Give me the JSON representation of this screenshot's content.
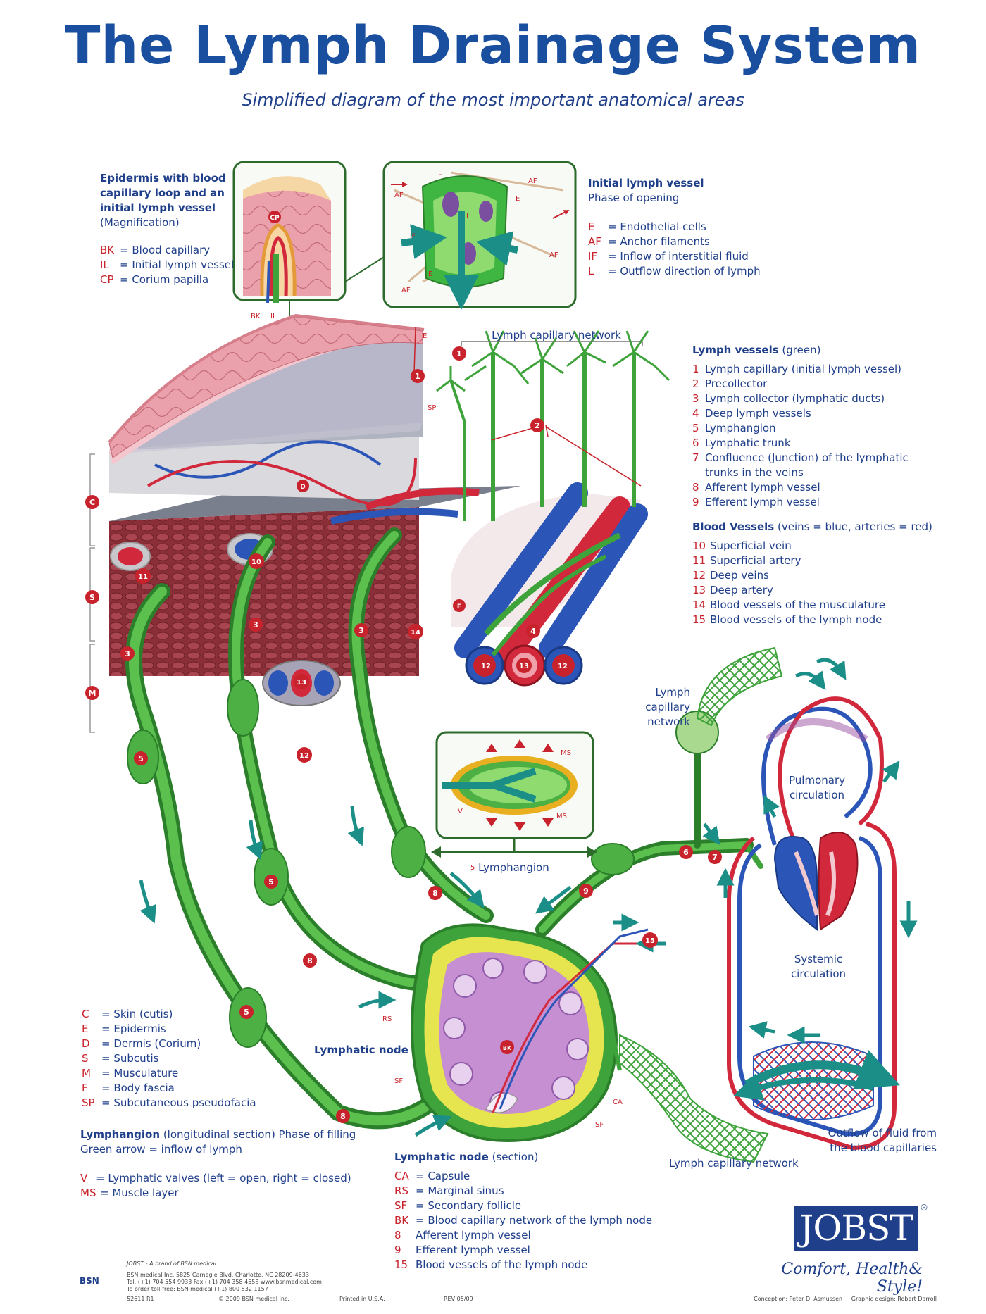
{
  "title": "The Lymph Drainage System",
  "subtitle": "Simplified diagram of the most important anatomical areas",
  "epidermis_panel": {
    "heading": "Epidermis with blood capillary loop and an initial lymph vessel",
    "note": "(Magnification)",
    "legend": [
      {
        "code": "BK",
        "text": "= Blood capillary"
      },
      {
        "code": "IL",
        "text": "= Initial lymph vessel"
      },
      {
        "code": "CP",
        "text": "= Corium papilla"
      }
    ],
    "figure_labels": {
      "cp": "CP",
      "bk": "BK",
      "il": "IL"
    }
  },
  "initial_vessel_panel": {
    "heading": "Initial lymph vessel",
    "note": "Phase of opening",
    "legend": [
      {
        "code": "E",
        "text": "= Endothelial cells"
      },
      {
        "code": "AF",
        "text": "= Anchor filaments"
      },
      {
        "code": "IF",
        "text": "= Inflow of interstitial fluid"
      },
      {
        "code": "L",
        "text": "= Outflow direction of lymph"
      }
    ],
    "figure_labels": {
      "e": "E",
      "af": "AF",
      "if": "IF",
      "l": "L"
    }
  },
  "lymph_vessels": {
    "heading": "Lymph vessels",
    "heading_note": "(green)",
    "items": [
      {
        "n": "1",
        "text": "Lymph capillary (initial lymph vessel)"
      },
      {
        "n": "2",
        "text": "Precollector"
      },
      {
        "n": "3",
        "text": "Lymph collector (lymphatic ducts)"
      },
      {
        "n": "4",
        "text": "Deep lymph vessels"
      },
      {
        "n": "5",
        "text": "Lymphangion"
      },
      {
        "n": "6",
        "text": "Lymphatic trunk"
      },
      {
        "n": "7",
        "text": "Confluence (Junction) of the lymphatic"
      },
      {
        "n": "",
        "text": "trunks in the veins"
      },
      {
        "n": "8",
        "text": "Afferent lymph vessel"
      },
      {
        "n": "9",
        "text": "Efferent lymph vessel"
      }
    ]
  },
  "blood_vessels": {
    "heading": "Blood Vessels",
    "heading_note": "(veins = blue, arteries = red)",
    "items": [
      {
        "n": "10",
        "text": "Superficial vein"
      },
      {
        "n": "11",
        "text": "Superficial artery"
      },
      {
        "n": "12",
        "text": "Deep veins"
      },
      {
        "n": "13",
        "text": "Deep artery"
      },
      {
        "n": "14",
        "text": "Blood vessels of the musculature"
      },
      {
        "n": "15",
        "text": "Blood vessels of the lymph node"
      }
    ]
  },
  "tissue_legend": [
    {
      "code": "C",
      "text": "= Skin (cutis)"
    },
    {
      "code": "E",
      "text": "= Epidermis"
    },
    {
      "code": "D",
      "text": "= Dermis (Corium)"
    },
    {
      "code": "S",
      "text": "= Subcutis"
    },
    {
      "code": "M",
      "text": "= Musculature"
    },
    {
      "code": "F",
      "text": "= Body fascia"
    },
    {
      "code": "SP",
      "text": "= Subcutaneous pseudofacia"
    }
  ],
  "lymphangion_section": {
    "heading": "Lymphangion",
    "heading_note": "(longitudinal section) Phase of filling",
    "note": "Green arrow = inflow of lymph",
    "legend": [
      {
        "code": "V",
        "text": "= Lymphatic valves (left = open, right = closed)"
      },
      {
        "code": "MS",
        "text": "= Muscle layer"
      }
    ],
    "figure_labels": {
      "ms": "MS",
      "v": "V"
    }
  },
  "lymphatic_node": {
    "heading": "Lymphatic node",
    "heading_note": "(section)",
    "legend": [
      {
        "code": "CA",
        "text": "= Capsule"
      },
      {
        "code": "RS",
        "text": "= Marginal sinus"
      },
      {
        "code": "SF",
        "text": "= Secondary follicle"
      },
      {
        "code": "BK",
        "text": "= Blood capillary network of the lymph node"
      },
      {
        "code": "8",
        "text": "Afferent lymph vessel"
      },
      {
        "code": "9",
        "text": "Efferent lymph vessel"
      },
      {
        "code": "15",
        "text": "Blood vessels of the lymph node"
      }
    ]
  },
  "diagram_labels": {
    "lymph_capillary_network_top": "Lymph capillary network",
    "lymph_capillary_network_right": [
      "Lymph",
      "capillary",
      "network"
    ],
    "pulmonary": [
      "Pulmonary",
      "circulation"
    ],
    "systemic": [
      "Systemic",
      "circulation"
    ],
    "lymphangion": "Lymphangion",
    "lymphangion_num": "5",
    "lymphatic_node": "Lymphatic node",
    "lymph_capillary_network_bottom": "Lymph capillary network",
    "outflow": [
      "Outflow of fluid from",
      "the blood capillaries"
    ],
    "tissue_e": "E",
    "tissue_sp": "SP",
    "tissue_d": "D",
    "tissue_f": "F",
    "node_rs": "RS",
    "node_sf1": "SF",
    "node_sf2": "SF",
    "node_ca": "CA",
    "node_bk": "BK",
    "side_c": "C",
    "side_s": "S",
    "side_m": "M"
  },
  "badges": {
    "b1a": "1",
    "b1b": "1",
    "b2": "2",
    "b3a": "3",
    "b3b": "3",
    "b3c": "3",
    "b4": "4",
    "b5a": "5",
    "b5b": "5",
    "b5c": "5",
    "b6": "6",
    "b7": "7",
    "b8a": "8",
    "b8b": "8",
    "b8c": "8",
    "b9": "9",
    "b10": "10",
    "b11": "11",
    "b12a": "12",
    "b12b": "12",
    "b12c": "12",
    "b13a": "13",
    "b13b": "13",
    "b14": "14",
    "b15": "15"
  },
  "brand": {
    "name": "JOBST",
    "registered": "®",
    "tagline": "Comfort, Health& Style!",
    "credits": "Conception: Peter D. Asmussen     Graphic design: Robert Darroll"
  },
  "footer": {
    "brand_line": "JOBST - A brand of BSN medical",
    "logo": "BSN",
    "lines": [
      "BSN medical Inc.  5825 Carnegie Blvd.  Charlotte, NC 28209-4633",
      "Tel. (+1) 704 554 9933  Fax (+1) 704 358 4558  www.bsnmedical.com",
      "To order toll-free: BSN medical (+1) 800 532 1157"
    ],
    "code": "52611 R1",
    "copyright": "© 2009 BSN medical Inc.",
    "printed": "Printed in U.S.A.",
    "rev": "REV 05/09"
  },
  "colors": {
    "title": "#1a4fa0",
    "text": "#1f3f8a",
    "code": "#c8232c",
    "lymph": "#3ea33a",
    "vein": "#2b56b8",
    "artery": "#d2283c",
    "skin": "#e39aa4",
    "arrow": "#1b8f87"
  }
}
